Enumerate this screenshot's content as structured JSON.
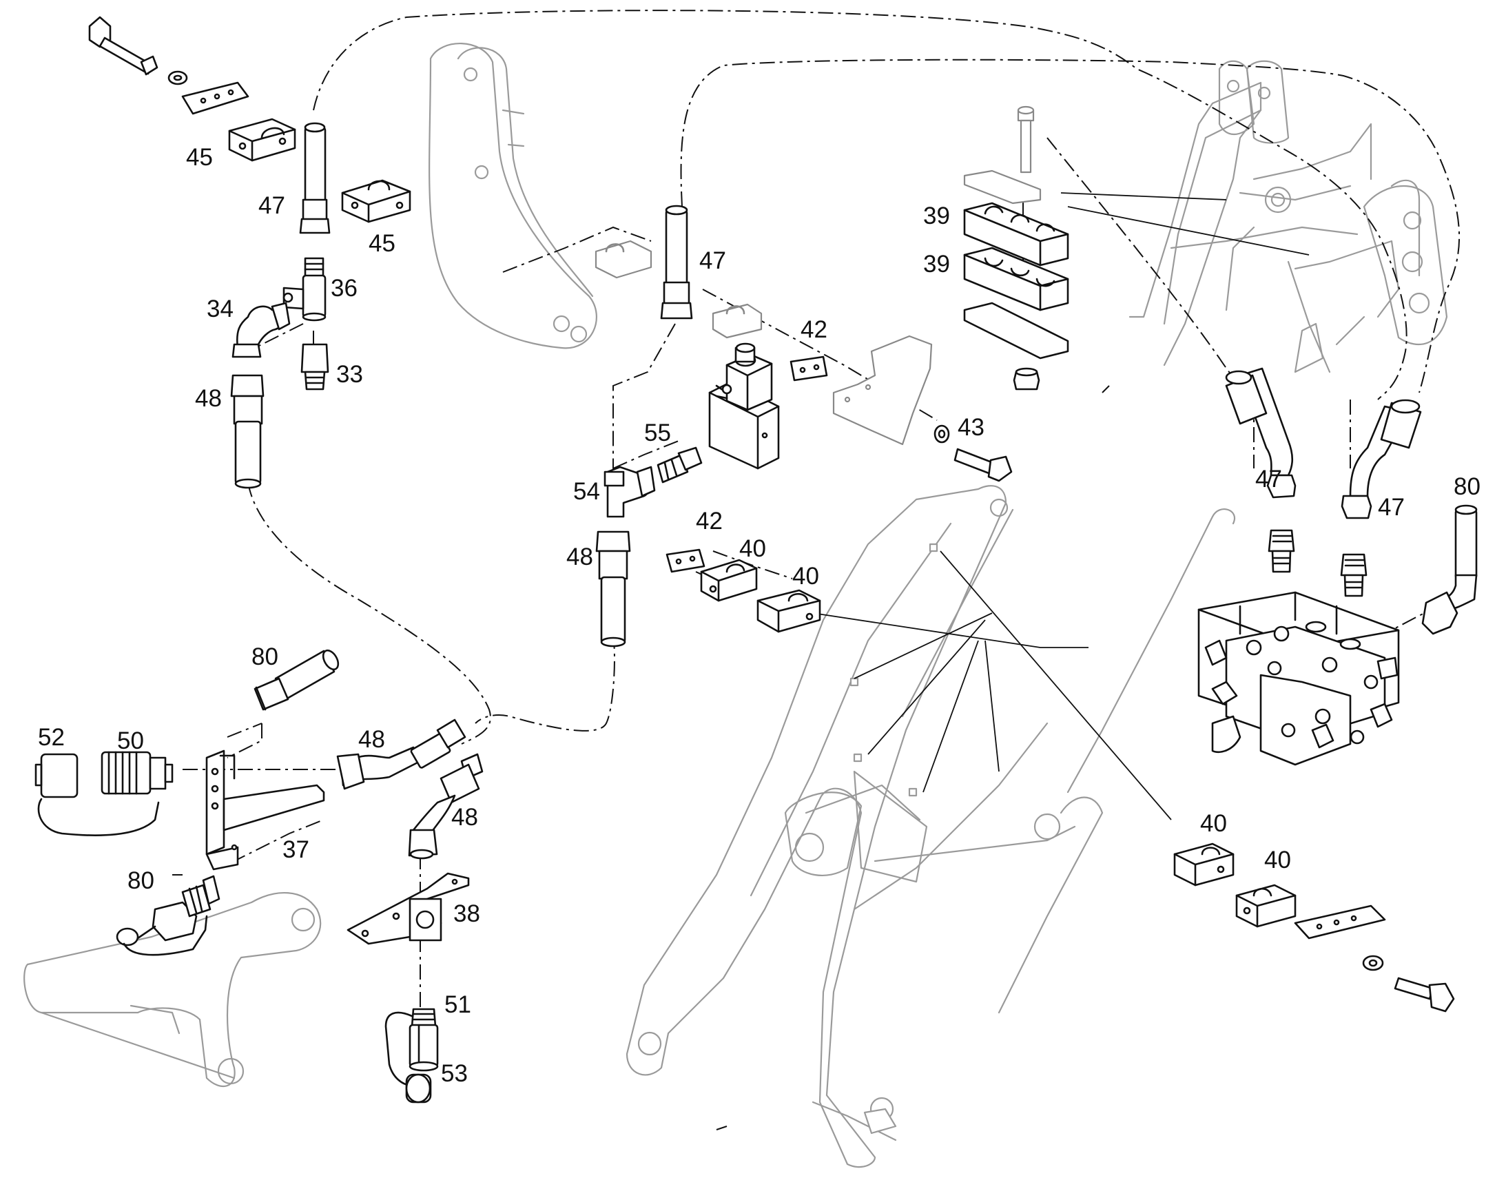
{
  "callouts": [
    {
      "id": "45",
      "label": "45"
    },
    {
      "id": "47",
      "label": "47"
    },
    {
      "id": "45",
      "label": "45"
    },
    {
      "id": "36",
      "label": "36"
    },
    {
      "id": "34",
      "label": "34"
    },
    {
      "id": "33",
      "label": "33"
    },
    {
      "id": "48",
      "label": "48"
    },
    {
      "id": "47",
      "label": "47"
    },
    {
      "id": "42",
      "label": "42"
    },
    {
      "id": "55",
      "label": "55"
    },
    {
      "id": "54",
      "label": "54"
    },
    {
      "id": "48",
      "label": "48"
    },
    {
      "id": "43",
      "label": "43"
    },
    {
      "id": "39",
      "label": "39"
    },
    {
      "id": "39",
      "label": "39"
    },
    {
      "id": "42",
      "label": "42"
    },
    {
      "id": "40",
      "label": "40"
    },
    {
      "id": "40",
      "label": "40"
    },
    {
      "id": "47",
      "label": "47"
    },
    {
      "id": "47",
      "label": "47"
    },
    {
      "id": "80",
      "label": "80"
    },
    {
      "id": "80",
      "label": "80"
    },
    {
      "id": "52",
      "label": "52"
    },
    {
      "id": "50",
      "label": "50"
    },
    {
      "id": "48",
      "label": "48"
    },
    {
      "id": "48",
      "label": "48"
    },
    {
      "id": "37",
      "label": "37"
    },
    {
      "id": "80",
      "label": "80"
    },
    {
      "id": "38",
      "label": "38"
    },
    {
      "id": "51",
      "label": "51"
    },
    {
      "id": "53",
      "label": "53"
    },
    {
      "id": "40",
      "label": "40"
    },
    {
      "id": "40",
      "label": "40"
    }
  ]
}
